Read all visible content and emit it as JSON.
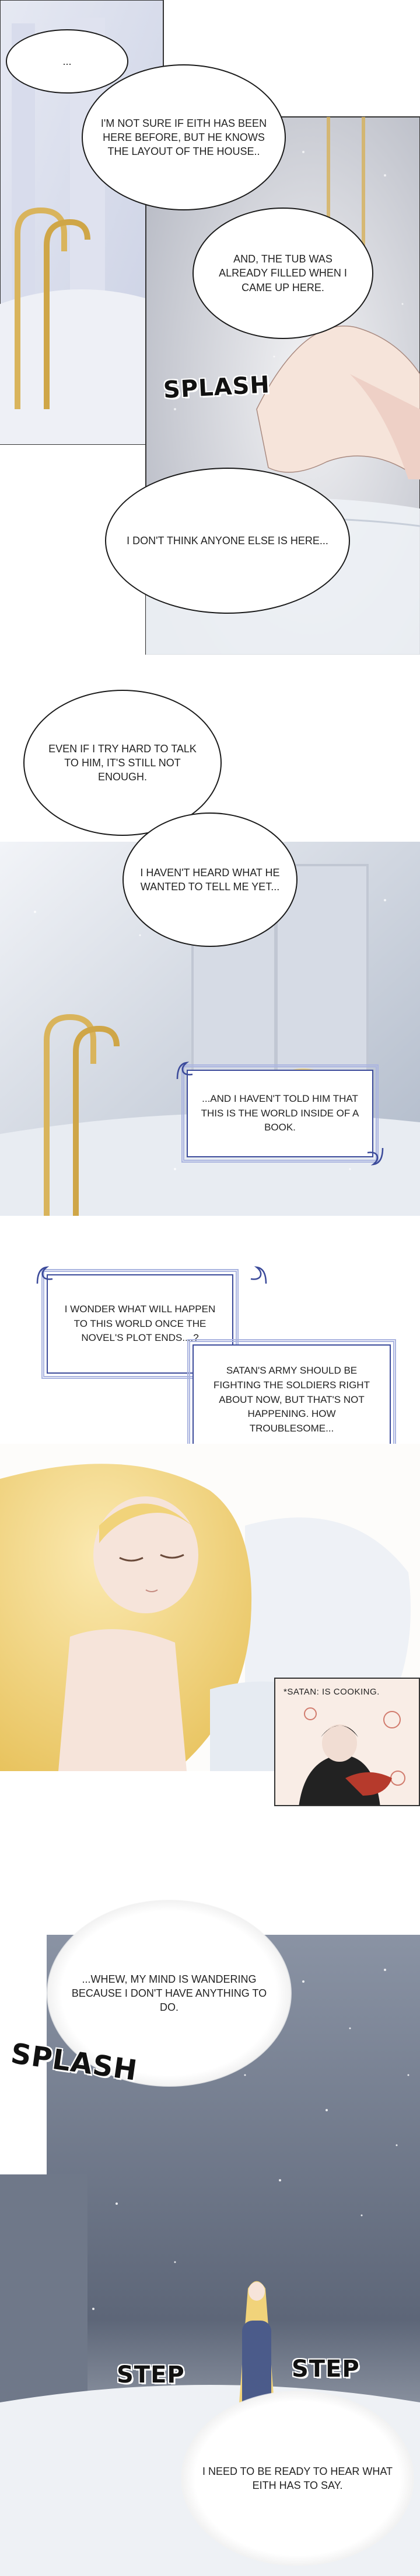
{
  "bubbles": {
    "b1": "...",
    "b2": "I'm not sure if Eith has been here before, but he knows the layout of the house..",
    "b3": "And, the tub was already filled when I came up here.",
    "b4": "I don't think anyone else is here...",
    "b5": "Even if I try hard to talk to him, it's still not enough.",
    "b6": "I haven't heard what he wanted to tell me yet...",
    "b7": "...Whew, my mind is wandering because I don't have anything to do.",
    "b8": "I need to be ready to hear what Eith has to say."
  },
  "narration": {
    "n1": "...And I haven't told him that this is the world inside of a book.",
    "n2": "I wonder what will happen to this world once the novel's plot ends....?",
    "n3": "Satan's army should be fighting the soldiers right about now, but that's not happening. How troublesome..."
  },
  "sfx": {
    "splash1": "SPLASH",
    "splash2": "SPLASH",
    "step1": "STEP",
    "step2": "STEP"
  },
  "notes": {
    "satan_cooking": "*Satan: is cooking."
  },
  "colors": {
    "frame_blue": "#3b4a9a",
    "water_blue": "#dfe7f0",
    "hair_blonde": "#f1d37a",
    "skin": "#f6e4da"
  }
}
